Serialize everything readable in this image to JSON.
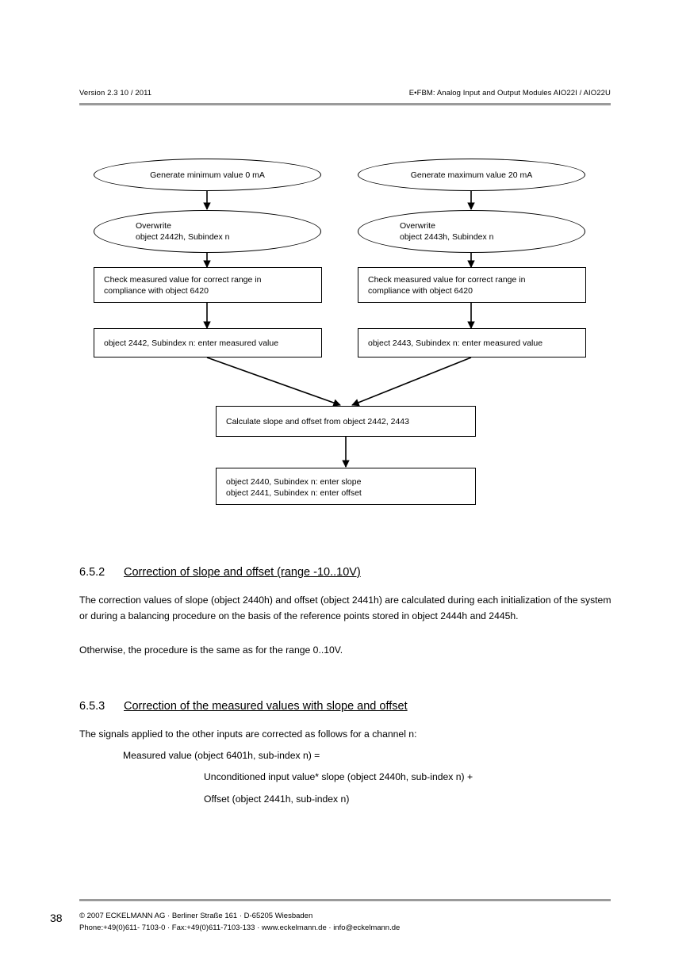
{
  "header": {
    "left": "Version 2.3  10 / 2011",
    "right": "E•FBM: Analog Input and Output Modules AIO22I / AIO22U"
  },
  "flowchart": {
    "nodes": {
      "gen_min": "Generate minimum value 0 mA",
      "gen_max": "Generate maximum value 20 mA",
      "overwrite_left_line1": "Overwrite",
      "overwrite_left_line2": "object 2442h, Subindex n",
      "overwrite_right_line1": "Overwrite",
      "overwrite_right_line2": "object 2443h, Subindex n",
      "check_left_line1": "Check measured value for correct range in",
      "check_left_line2": "compliance with object 6420",
      "check_right_line1": "Check measured value for correct range in",
      "check_right_line2": "compliance with object 6420",
      "enter_left": "object 2442, Subindex n: enter measured value",
      "enter_right": "object 2443, Subindex n: enter measured value",
      "calculate": "Calculate slope and offset from object 2442, 2443",
      "result_line1": "object 2440, Subindex n: enter slope",
      "result_line2": "object 2441, Subindex n: enter offset"
    }
  },
  "sections": [
    {
      "number": "6.5.2",
      "title": "Correction of slope and offset (range -10..10V)",
      "paragraphs": [
        "The correction values of slope (object 2440h) and offset (object 2441h) are calculated during each initialization of the system or during a balancing procedure on the basis of the reference points stored in object 2444h and 2445h.",
        "Otherwise, the procedure is the same as for the range 0..10V."
      ]
    },
    {
      "number": "6.5.3",
      "title": "Correction of the measured values with slope and offset",
      "paragraphs": [
        "The signals applied to the other inputs are corrected as follows for a channel n:"
      ],
      "formula_lines": [
        "Measured value (object 6401h, sub-index n) =",
        "Unconditioned input value* slope (object 2440h, sub-index n) +",
        "Offset (object 2441h, sub-index n)"
      ]
    }
  ],
  "footer": {
    "page_number": "38",
    "line1": "©  2007 ECKELMANN AG · Berliner Straße 161 · D-65205 Wiesbaden",
    "line2": "Phone:+49(0)611- 7103-0 · Fax:+49(0)611-7103-133 · www.eckelmann.de · info@eckelmann.de"
  },
  "colors": {
    "rule": "#9a9a9a",
    "stroke": "#000000",
    "text": "#000000",
    "background": "#ffffff"
  }
}
